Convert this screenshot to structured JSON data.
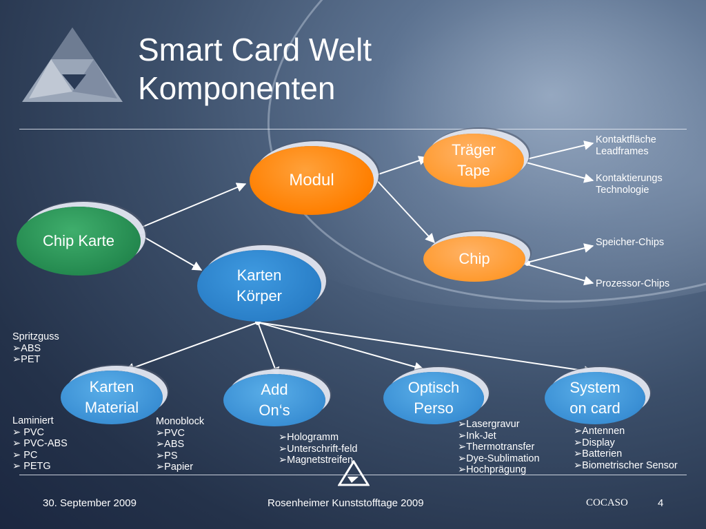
{
  "title": {
    "line1": "Smart Card Welt",
    "line2": "Komponenten"
  },
  "nodes": {
    "chip_karte": "Chip Karte",
    "modul": "Modul",
    "traeger_tape": "Träger\nTape",
    "chip": "Chip",
    "karten_koerper": "Karten\nKörper",
    "karten_material": "Karten\nMaterial",
    "add_ons": "Add\nOn‘s",
    "optisch_perso": "Optisch\nPerso",
    "system_on_card": "System\non  card"
  },
  "labels": {
    "kontakt": [
      "Kontaktfläche",
      "Leadframes"
    ],
    "kontaktierung": [
      "Kontaktierungs",
      "Technologie"
    ],
    "speicher": "Speicher-Chips",
    "prozessor": "Prozessor-Chips",
    "spritzguss": {
      "heading": "Spritzguss",
      "items": [
        "ABS",
        "PET"
      ]
    },
    "laminiert": {
      "heading": "Laminiert",
      "items": [
        "PVC",
        "PVC-ABS",
        "PC",
        "PETG"
      ]
    },
    "monoblock": {
      "heading": "Monoblock",
      "items": [
        "PVC",
        "ABS",
        "PS",
        "Papier"
      ]
    },
    "addons": {
      "items": [
        "Hologramm",
        "Unterschrift-feld",
        "Magnetstreifen"
      ]
    },
    "optisch": {
      "items": [
        "Lasergravur",
        "Ink-Jet",
        "Thermotransfer",
        "Dye-Sublimation",
        "Hochprägung"
      ]
    },
    "system": {
      "items": [
        "Antennen",
        "Display",
        "Batterien",
        "Biometrischer Sensor"
      ]
    }
  },
  "footer": {
    "date": "30. September 2009",
    "event": "Rosenheimer Kunststofftage 2009",
    "brand": "COCASO",
    "page": "4"
  },
  "colors": {
    "orange": "#ff7f00",
    "light_orange": "#ff9a2e",
    "green": "#24894f",
    "blue": "#2a7fc8"
  }
}
